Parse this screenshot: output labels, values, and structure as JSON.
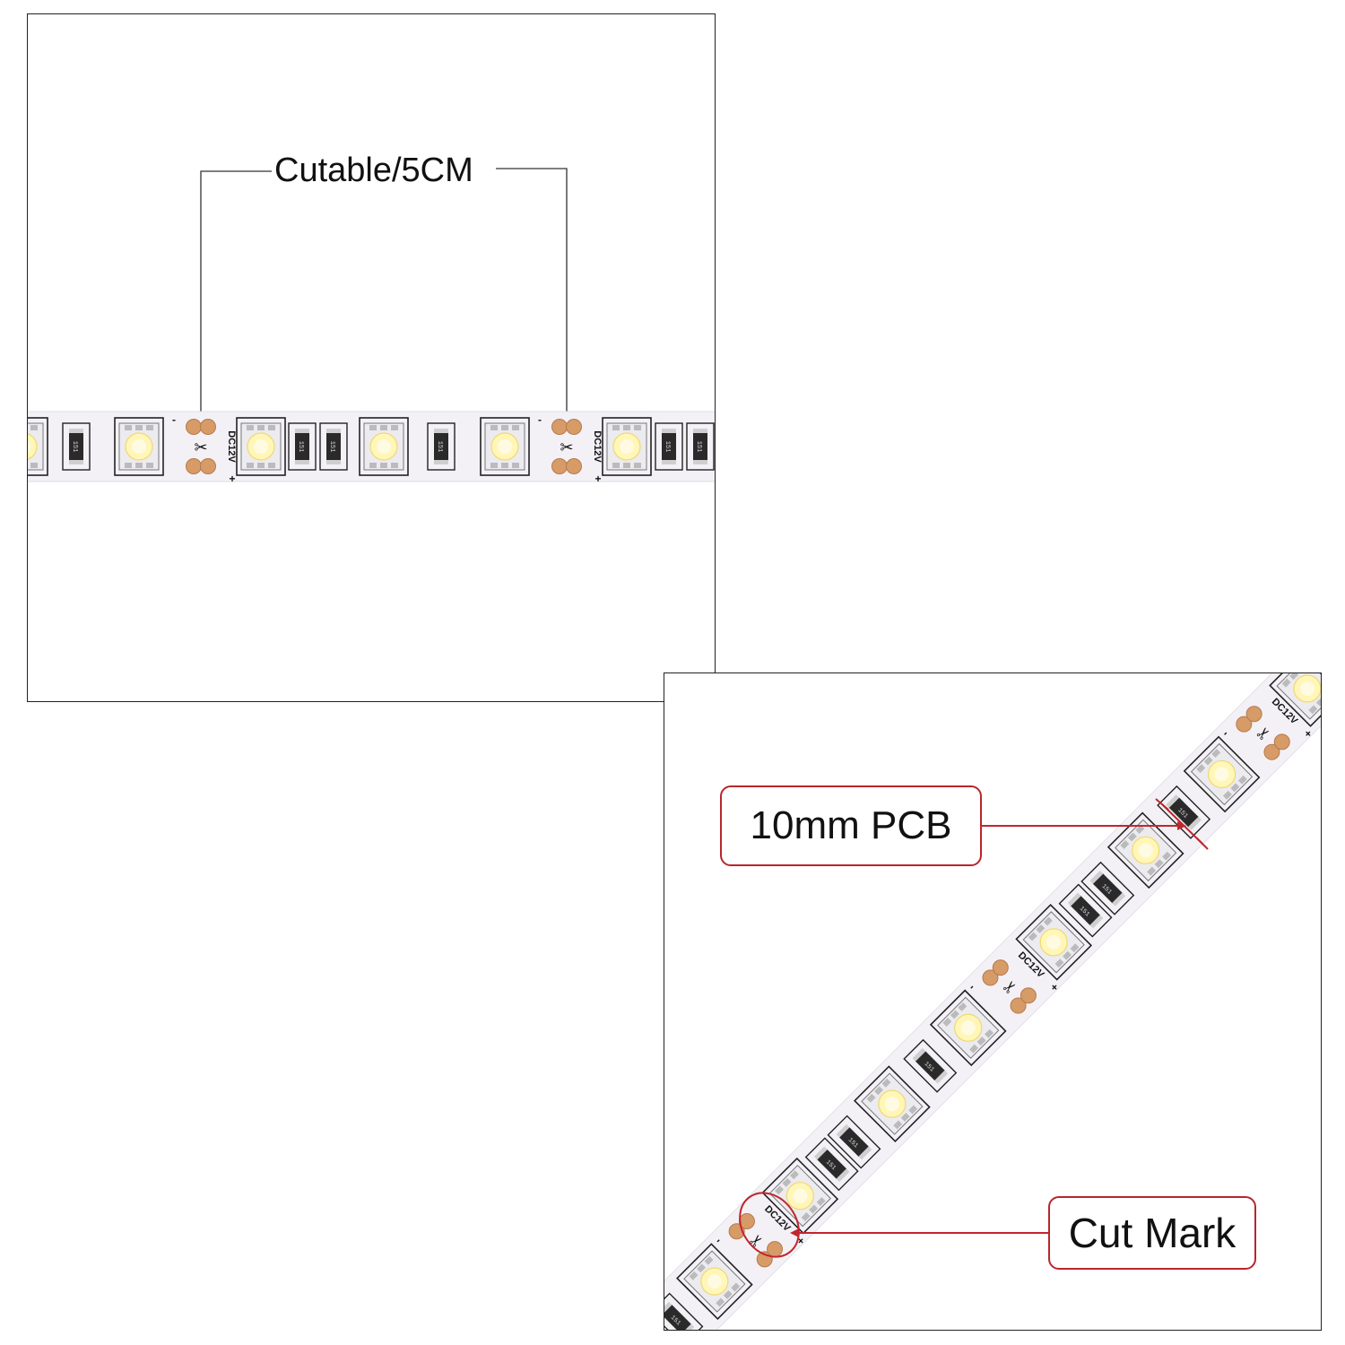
{
  "top_panel": {
    "caption": "Cutable/5CM",
    "strip": {
      "voltage_marking": "DC12V",
      "resistor_code": "151",
      "polarity_plus": "+",
      "polarity_minus": "-"
    }
  },
  "bottom_panel": {
    "callouts": {
      "pcb_width": "10mm PCB",
      "cut_mark": "Cut Mark"
    },
    "strip": {
      "voltage_marking": "DC12V",
      "resistor_code": "151",
      "polarity_plus": "+",
      "polarity_minus": "-"
    }
  },
  "colors": {
    "callout_border": "#b8262b",
    "led_glow": "#fff6b8",
    "copper_pad": "#d79b68",
    "strip_pcb": "#f3f1f6",
    "outline": "#222222"
  },
  "icons": [
    "scissors-icon"
  ]
}
